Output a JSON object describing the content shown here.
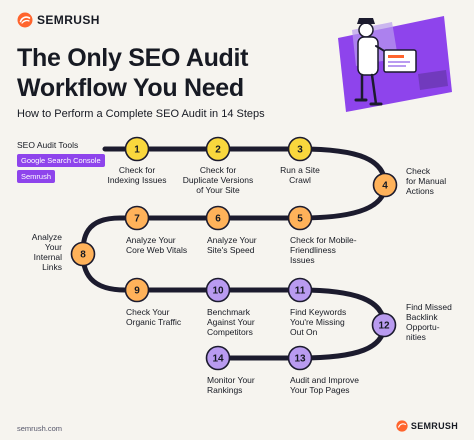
{
  "brand": {
    "name": "SEMRUSH",
    "logo_icon": "semrush-flame-icon",
    "accent": "#ff642d"
  },
  "header": {
    "title_line1": "The Only SEO Audit",
    "title_line2": "Workflow You Need",
    "subtitle": "How to Perform a Complete SEO Audit in 14 Steps"
  },
  "tools": {
    "label": "SEO Audit Tools",
    "items": [
      "Google Search Console",
      "Semrush"
    ]
  },
  "colors": {
    "yellow": "#f9d73d",
    "orange": "#ffb25a",
    "purple": "#8e44ec",
    "lilac": "#b99bf0",
    "line": "#1c1b2e"
  },
  "steps": [
    {
      "num": "1",
      "color": "yellow",
      "lines": [
        "Check for",
        "Indexing Issues"
      ]
    },
    {
      "num": "2",
      "color": "yellow",
      "lines": [
        "Check for",
        "Duplicate Versions",
        "of Your Site"
      ]
    },
    {
      "num": "3",
      "color": "yellow",
      "lines": [
        "Run a Site",
        "Crawl"
      ]
    },
    {
      "num": "4",
      "color": "orange",
      "lines": [
        "Check",
        "for Manual",
        "Actions"
      ]
    },
    {
      "num": "5",
      "color": "orange",
      "lines": [
        "Check for Mobile-",
        "Friendliness",
        "Issues"
      ]
    },
    {
      "num": "6",
      "color": "orange",
      "lines": [
        "Analyze Your",
        "Site's Speed"
      ]
    },
    {
      "num": "7",
      "color": "orange",
      "lines": [
        "Analyze Your",
        "Core Web Vitals"
      ]
    },
    {
      "num": "8",
      "color": "orange",
      "lines": [
        "Analyze",
        "Your",
        "Internal",
        "Links"
      ]
    },
    {
      "num": "9",
      "color": "orange",
      "lines": [
        "Check Your",
        "Organic Traffic"
      ]
    },
    {
      "num": "10",
      "color": "lilac",
      "lines": [
        "Benchmark",
        "Against Your",
        "Competitors"
      ]
    },
    {
      "num": "11",
      "color": "lilac",
      "lines": [
        "Find Keywords",
        "You're Missing",
        "Out On"
      ]
    },
    {
      "num": "12",
      "color": "lilac",
      "lines": [
        "Find Missed",
        "Backlink",
        "Opportu-",
        "nities"
      ]
    },
    {
      "num": "13",
      "color": "lilac",
      "lines": [
        "Audit and Improve",
        "Your Top Pages"
      ]
    },
    {
      "num": "14",
      "color": "lilac",
      "lines": [
        "Monitor Your",
        "Rankings"
      ]
    }
  ],
  "footer": {
    "url": "semrush.com",
    "brand": "SEMRUSH"
  },
  "illustration": {
    "icon": "person-with-laptop-illustration"
  }
}
